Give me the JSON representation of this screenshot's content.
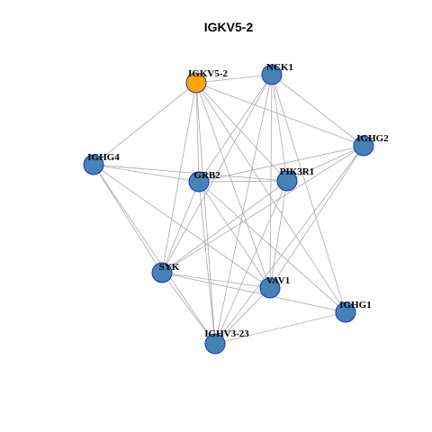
{
  "title": "IGKV5-2",
  "colors": {
    "edge": "#a9a9a9",
    "node_default": "#4682b4",
    "node_highlight": "#ffa500",
    "node_border": "#1f2fbf"
  },
  "nodes": [
    {
      "id": "IGKV5-2",
      "label": "IGKV5-2",
      "highlight": true
    },
    {
      "id": "NCK1",
      "label": "NCK1",
      "highlight": false
    },
    {
      "id": "IGHG2",
      "label": "IGHG2",
      "highlight": false
    },
    {
      "id": "IGHG4",
      "label": "IGHG4",
      "highlight": false
    },
    {
      "id": "GRB2",
      "label": "GRB2",
      "highlight": false
    },
    {
      "id": "PIK3R1",
      "label": "PIK3R1",
      "highlight": false
    },
    {
      "id": "SYK",
      "label": "SYK",
      "highlight": false
    },
    {
      "id": "VAV1",
      "label": "VAV1",
      "highlight": false
    },
    {
      "id": "IGHG1",
      "label": "IGHG1",
      "highlight": false
    },
    {
      "id": "IGHV3-23",
      "label": "IGHV3-23",
      "highlight": false
    }
  ],
  "edges": [
    [
      "IGKV5-2",
      "NCK1"
    ],
    [
      "IGKV5-2",
      "IGHG2"
    ],
    [
      "IGKV5-2",
      "IGHG4"
    ],
    [
      "IGKV5-2",
      "GRB2"
    ],
    [
      "IGKV5-2",
      "PIK3R1"
    ],
    [
      "IGKV5-2",
      "SYK"
    ],
    [
      "IGKV5-2",
      "VAV1"
    ],
    [
      "IGKV5-2",
      "IGHG1"
    ],
    [
      "IGKV5-2",
      "IGHV3-23"
    ],
    [
      "NCK1",
      "IGHG2"
    ],
    [
      "NCK1",
      "GRB2"
    ],
    [
      "NCK1",
      "PIK3R1"
    ],
    [
      "NCK1",
      "SYK"
    ],
    [
      "NCK1",
      "VAV1"
    ],
    [
      "NCK1",
      "IGHG1"
    ],
    [
      "NCK1",
      "IGHV3-23"
    ],
    [
      "IGHG2",
      "GRB2"
    ],
    [
      "IGHG2",
      "PIK3R1"
    ],
    [
      "IGHG2",
      "SYK"
    ],
    [
      "IGHG2",
      "VAV1"
    ],
    [
      "IGHG2",
      "IGHV3-23"
    ],
    [
      "IGHG4",
      "GRB2"
    ],
    [
      "IGHG4",
      "PIK3R1"
    ],
    [
      "IGHG4",
      "SYK"
    ],
    [
      "IGHG4",
      "VAV1"
    ],
    [
      "IGHG4",
      "IGHV3-23"
    ],
    [
      "GRB2",
      "PIK3R1"
    ],
    [
      "GRB2",
      "SYK"
    ],
    [
      "GRB2",
      "VAV1"
    ],
    [
      "GRB2",
      "IGHG1"
    ],
    [
      "GRB2",
      "IGHV3-23"
    ],
    [
      "PIK3R1",
      "SYK"
    ],
    [
      "PIK3R1",
      "VAV1"
    ],
    [
      "PIK3R1",
      "IGHV3-23"
    ],
    [
      "SYK",
      "VAV1"
    ],
    [
      "SYK",
      "IGHG1"
    ],
    [
      "SYK",
      "IGHV3-23"
    ],
    [
      "VAV1",
      "IGHV3-23"
    ],
    [
      "IGHG1",
      "IGHV3-23"
    ]
  ]
}
